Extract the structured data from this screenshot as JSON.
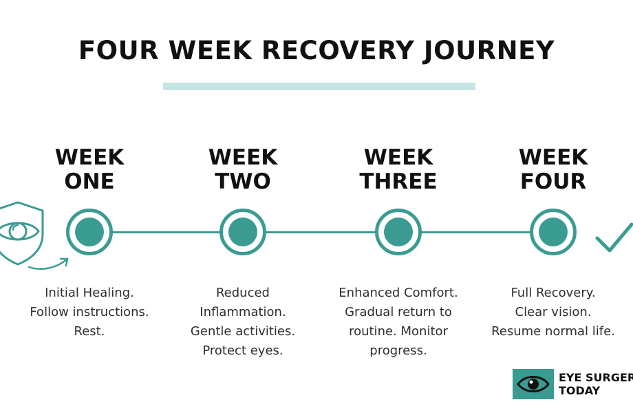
{
  "title": "FOUR WEEK RECOVERY JOURNEY",
  "colors": {
    "accent": "#3a9b92",
    "accent_light": "#c5e6e4",
    "text": "#111111"
  },
  "steps": [
    {
      "heading": [
        "WEEK",
        "ONE"
      ],
      "description": [
        "Initial Healing.",
        "Follow instructions.",
        "Rest."
      ]
    },
    {
      "heading": [
        "WEEK",
        "TWO"
      ],
      "description": [
        "Reduced",
        "Inflammation.",
        "Gentle activities.",
        "Protect eyes."
      ]
    },
    {
      "heading": [
        "WEEK",
        "THREE"
      ],
      "description": [
        "Enhanced Comfort.",
        "Gradual return to",
        "routine. Monitor",
        "progress."
      ]
    },
    {
      "heading": [
        "WEEK",
        "FOUR"
      ],
      "description": [
        "Full Recovery.",
        "Clear vision.",
        "Resume normal life."
      ]
    }
  ],
  "icons": {
    "start": "shield-eye-icon",
    "start_arrow": "curved-arrow-icon",
    "end": "checkmark-icon",
    "logo": "eye-icon"
  },
  "logo": {
    "line1": "EYE SURGERY",
    "line2": "TODAY"
  }
}
